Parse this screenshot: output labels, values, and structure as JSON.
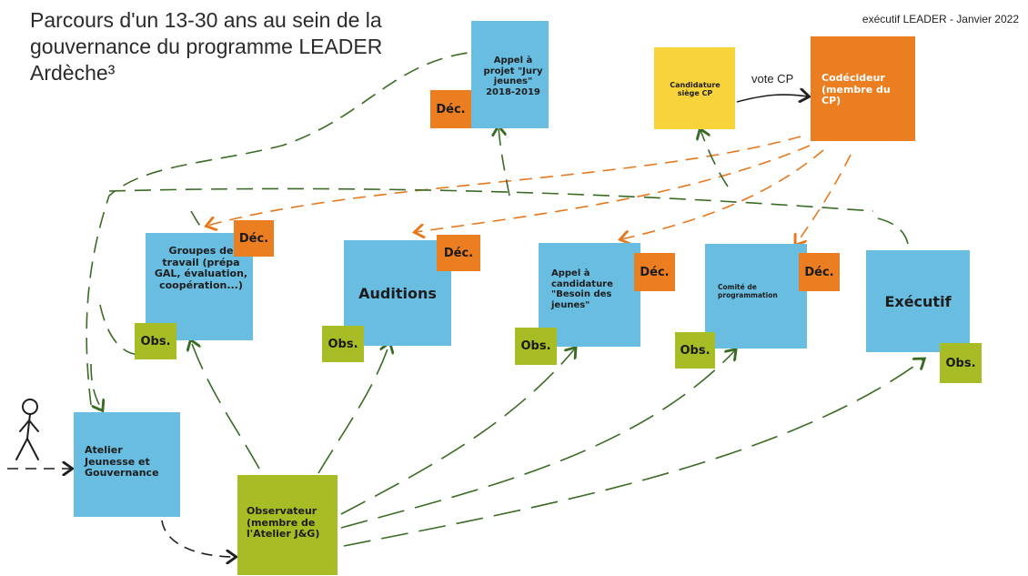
{
  "title": "Parcours d'un 13-30 ans au sein de la gouvernance du programme LEADER Ardèche³",
  "header_note": "exécutif LEADER - Janvier 2022",
  "nodes": {
    "appel_projet": "Appel à projet \"Jury jeunes\" 2018-2019",
    "candidature_cp": "Candidature siège CP",
    "codecideur": "Codécideur (membre du CP)",
    "groupes_travail": "Groupes de travail (prépa GAL, évaluation, coopération...)",
    "auditions": "Auditions",
    "appel_candidature": "Appel à candidature \"Besoin des jeunes\"",
    "comite_programmation": "Comité de programmation",
    "executif": "Exécutif",
    "atelier": "Atelier Jeunesse et Gouvernance",
    "observateur": "Observateur (membre de l'Atelier J&G)"
  },
  "tags": {
    "dec": "Déc.",
    "obs": "Obs."
  },
  "edge_labels": {
    "vote_cp": "vote CP"
  },
  "colors": {
    "blue": "#68bde0",
    "yellow": "#f8d33a",
    "orange": "#ec7e22",
    "green": "#a8bd25",
    "arrow_dark": "#1f1f1f",
    "arrow_green": "#3a6b24",
    "arrow_orange": "#e8771c"
  },
  "icons": {
    "person": "walking-person-icon"
  }
}
